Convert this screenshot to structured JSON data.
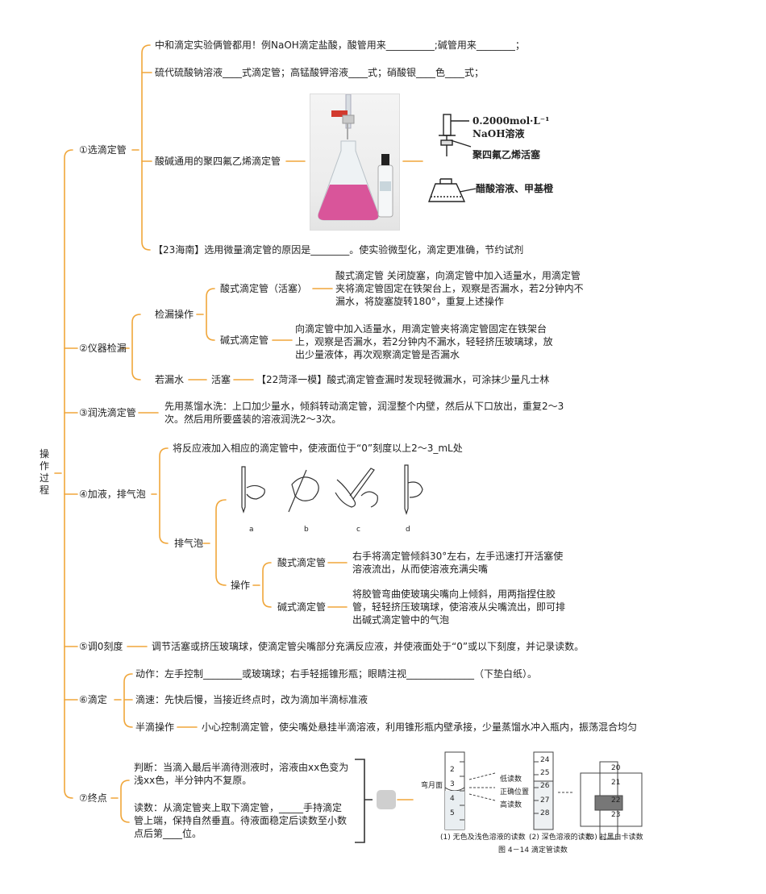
{
  "root": {
    "chars": [
      "操",
      "作",
      "过",
      "程"
    ]
  },
  "s1": {
    "label": "①选滴定管",
    "item1": "中和滴定实验俩管都用！例NaOH滴定盐酸，酸管用来__________;碱管用来________；",
    "item2": "硫代硫酸钠溶液____式滴定管；高锰酸钾溶液____式；硝酸银____色____式；",
    "item3": "酸碱通用的聚四氟乙烯滴定管",
    "item4": "【23海南】选用微量滴定管的原因是________。使实验微型化，滴定更准确，节约试剂",
    "fig_conc": "0.2000mol·L⁻¹",
    "fig_naoh": "NaOH溶液",
    "fig_valve": "聚四氟乙烯活塞",
    "fig_flask": "醋酸溶液、甲基橙"
  },
  "s2": {
    "label": "②仪器检漏",
    "check": "检漏操作",
    "acid": "酸式滴定管（活塞）",
    "acid_desc": "酸式滴定管 关闭旋塞，向滴定管中加入适量水，用滴定管夹将滴定管固定在铁架台上，观察是否漏水，若2分钟内不漏水，将旋塞旋转180°，重复上述操作",
    "base": "碱式滴定管",
    "base_desc": "向滴定管中加入适量水，用滴定管夹将滴定管固定在铁架台上，观察是否漏水，若2分钟内不漏水，轻轻挤压玻璃球，放出少量液体，再次观察滴定管是否漏水",
    "leak": "若漏水",
    "stopcock": "活塞",
    "leak_desc": "【22菏泽一模】酸式滴定管查漏时发现轻微漏水，可涂抹少量凡士林"
  },
  "s3": {
    "label": "③润洗滴定管",
    "desc": "先用蒸馏水洗：上口加少量水，倾斜转动滴定管，润湿整个内壁，然后从下口放出，重复2～3次。然后用所要盛装的溶液润洗2～3次。"
  },
  "s4": {
    "label": "④加液，排气泡",
    "fill": "将反应液加入相应的滴定管中，使液面位于“0”刻度以上2～3_mL处",
    "bubble": "排气泡",
    "fig_a": "a",
    "fig_b": "b",
    "fig_c": "c",
    "fig_d": "d",
    "op": "操作",
    "acid": "酸式滴定管",
    "acid_desc": "右手将滴定管倾斜30°左右，左手迅速打开活塞使溶液流出，从而使溶液充满尖嘴",
    "base": "碱式滴定管",
    "base_desc": "将胶管弯曲使玻璃尖嘴向上倾斜，用两指捏住胶管，轻轻挤压玻璃球，使溶液从尖嘴流出，即可排出碱式滴定管中的气泡"
  },
  "s5": {
    "label": "⑤调0刻度",
    "desc": "调节活塞或挤压玻璃球，使滴定管尖嘴部分充满反应液，并使液面处于“0”或以下刻度，并记录读数。"
  },
  "s6": {
    "label": "⑥滴定",
    "action": "动作：左手控制________或玻璃球；右手轻摇锥形瓶；眼睛注视______________（下垫白纸）。",
    "speed": "滴速：先快后慢，当接近终点时，改为滴加半滴标准液",
    "half": "半滴操作",
    "half_desc": "小心控制滴定管，使尖嘴处悬挂半滴溶液，利用锥形瓶内壁承接，少量蒸馏水冲入瓶内，振荡混合均匀"
  },
  "s7": {
    "label": "⑦终点",
    "judge": "判断：当滴入最后半滴待测液时，溶液由xx色变为浅xx色，半分钟内不复原。",
    "read": "读数：从滴定管夹上取下滴定管，_____手持滴定管上端，保持自然垂直。待液面稳定后读数至小数点后第____位。",
    "fig_meniscus": "弯月面",
    "fig_low": "低读数",
    "fig_right": "正确位置",
    "fig_high": "高读数",
    "fig_cap1": "(1) 无色及浅色溶液的读数",
    "fig_cap2": "(2) 深色溶液的读数",
    "fig_cap3": "(3) 衬黑白卡读数",
    "fig_title": "图 4－14   滴定管读数",
    "ticks1": [
      "2",
      "3",
      "4",
      "5"
    ],
    "ticks2": [
      "24",
      "25",
      "26",
      "27",
      "28"
    ],
    "ticks3": [
      "20",
      "21",
      "22",
      "23"
    ]
  },
  "colors": {
    "line": "#f0a63a",
    "pink": "#d9559a",
    "gray": "#cfcfcf"
  }
}
